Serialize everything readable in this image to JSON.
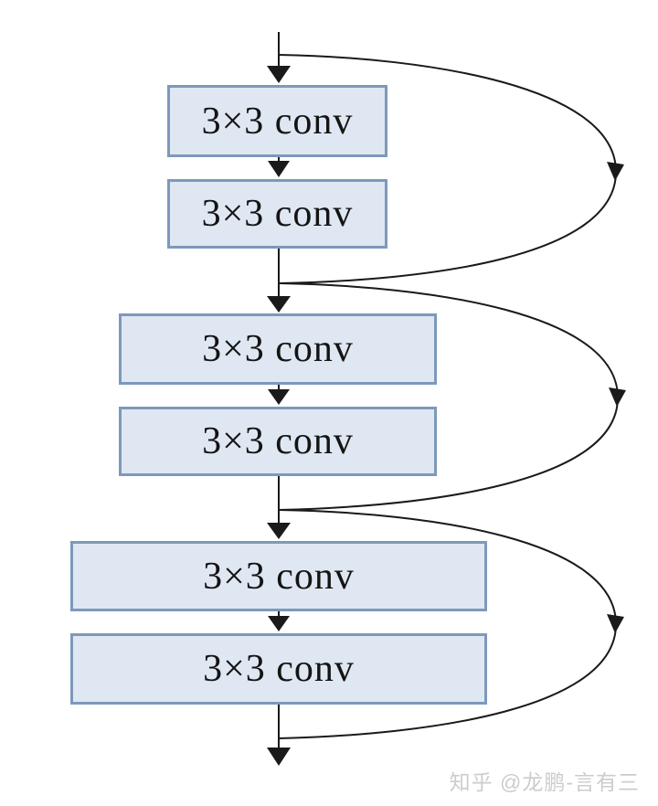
{
  "diagram": {
    "type": "flowchart",
    "description": "Stack of three residual blocks: each block is two 3×3 convolution layers in sequence, with a skip connection arc bypassing the pair and merging after it",
    "blocks": [
      {
        "label": "3×3 conv"
      },
      {
        "label": "3×3 conv"
      },
      {
        "label": "3×3 conv"
      },
      {
        "label": "3×3 conv"
      },
      {
        "label": "3×3 conv"
      },
      {
        "label": "3×3 conv"
      }
    ],
    "skip_connections": [
      {
        "from": "before block 1",
        "to": "after block 2"
      },
      {
        "from": "before block 3",
        "to": "after block 4"
      },
      {
        "from": "before block 5",
        "to": "after block 6"
      }
    ],
    "watermark": "知乎 @龙鹏-言有三",
    "colors": {
      "box_fill": "#dfe7f2",
      "box_border": "#7d99bb",
      "line": "#1a1a1a",
      "text": "#141414",
      "watermark": "#cccccc",
      "background": "#ffffff"
    }
  }
}
